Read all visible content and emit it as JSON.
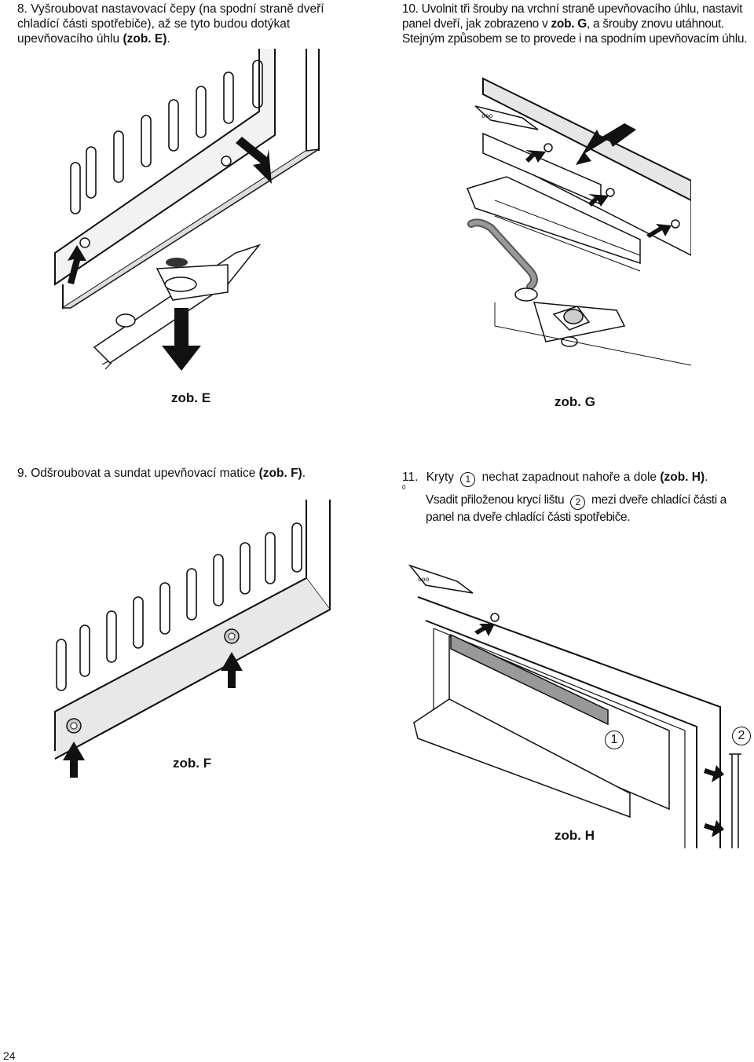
{
  "step8": {
    "number": "8.",
    "text": "Vyšroubovat nastavovací čepy (na spodní straně dveří chladící části spotřebiče), až se tyto budou dotýkat upevňovacího úhlu",
    "ref": "(zob. E)",
    "end": "."
  },
  "step10": {
    "number": "10.",
    "text1": "Uvolnit tři šrouby na vrchní straně upevňovacího úhlu, nastavit panel dveří, jak zobrazeno v",
    "ref": "zob. G",
    "text2": ", a šrouby znovu utáhnout.",
    "text3": "Stejným způsobem se to provede i na spodním upevňovacím úhlu."
  },
  "step9": {
    "number": "9.",
    "text": "Odšroubovat a sundat upevňovací matice",
    "ref": "(zob. F)",
    "end": "."
  },
  "step11": {
    "number": "11.",
    "small": "0",
    "line1a": "Kryty",
    "circle1": "1",
    "line1b": "nechat zapadnout nahoře a dole",
    "ref": "(zob. H)",
    "end": ".",
    "line2a": "Vsadit přiloženou krycí lištu",
    "circle2": "2",
    "line2b": "mezi dveře chladící části a panel na dveře chladící části spotřebiče."
  },
  "captions": {
    "e": "zob. E",
    "g": "zob. G",
    "f": "zob. F",
    "h": "zob. H"
  },
  "fig_h_labels": {
    "one": "1",
    "two": "2"
  },
  "page_number": "24"
}
